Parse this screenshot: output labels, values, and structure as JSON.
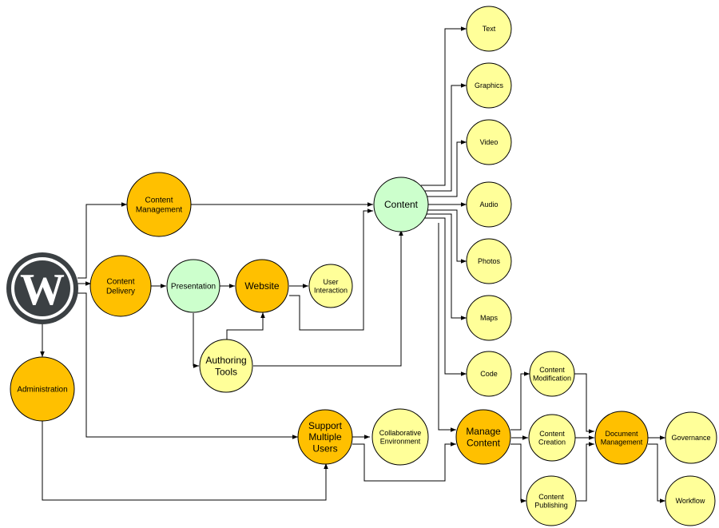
{
  "logo": {
    "name": "wordpress-logo",
    "letter": "W"
  },
  "colors": {
    "orange": "#FFC000",
    "yellow": "#FFFF99",
    "green": "#CCFFCC",
    "stroke": "#000000",
    "logo_dark": "#3B4043"
  },
  "nodes": {
    "content_management": [
      "Content",
      "Management"
    ],
    "content_delivery": [
      "Content",
      "Delivery"
    ],
    "administration": [
      "Administration"
    ],
    "presentation": [
      "Presentation"
    ],
    "website": [
      "Website"
    ],
    "user_interaction": [
      "User",
      "Interaction"
    ],
    "authoring_tools": [
      "Authoring",
      "Tools"
    ],
    "content": [
      "Content"
    ],
    "text": [
      "Text"
    ],
    "graphics": [
      "Graphics"
    ],
    "video": [
      "Video"
    ],
    "audio": [
      "Audio"
    ],
    "photos": [
      "Photos"
    ],
    "maps": [
      "Maps"
    ],
    "code": [
      "Code"
    ],
    "support_multiple_users": [
      "Support",
      "Multiple",
      "Users"
    ],
    "collaborative_environment": [
      "Collaborative",
      "Environment"
    ],
    "manage_content": [
      "Manage",
      "Content"
    ],
    "content_modification": [
      "Content",
      "Modification"
    ],
    "content_creation": [
      "Content",
      "Creation"
    ],
    "content_publishing": [
      "Content",
      "Publishing"
    ],
    "document_management": [
      "Document",
      "Management"
    ],
    "governance": [
      "Governance"
    ],
    "workflow": [
      "Workflow"
    ]
  }
}
